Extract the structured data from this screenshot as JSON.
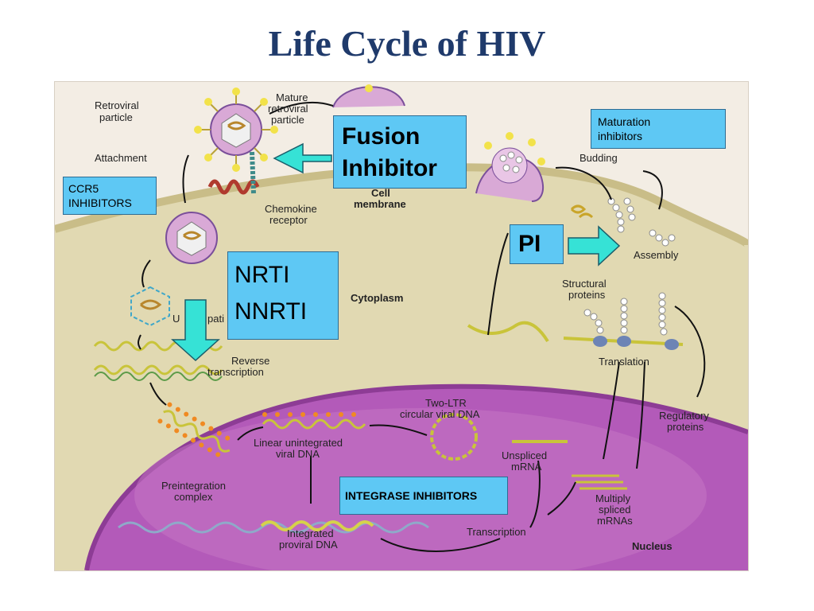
{
  "title": "Life Cycle of HIV",
  "colors": {
    "title": "#1f3a6b",
    "callout_bg": "#5ec8f4",
    "cytoplasm": "#e3dcb9",
    "nucleus": "#b056b6",
    "arrow": "#36e2d6"
  },
  "callouts": {
    "fusion_inhibitor": [
      "Fusion",
      "Inhibitor"
    ],
    "maturation_inhibitors": [
      "Maturation",
      "inhibitors"
    ],
    "ccr5_inhibitors": [
      "CCR5",
      "INHIBITORS"
    ],
    "pi": "PI",
    "nrti": "NRTI",
    "nnrti": "NNRTI",
    "integrase_inhibitors": "INTEGRASE INHIBITORS"
  },
  "diagram": {
    "retroviral_particle": [
      "Retroviral",
      "particle"
    ],
    "mature_particle": [
      "Mature",
      "retroviral",
      "particle"
    ],
    "attachment": "Attachment",
    "chemokine_receptor": [
      "Chemokine",
      "receptor"
    ],
    "cell_membrane": [
      "Cell",
      "membrane"
    ],
    "cytoplasm": "Cytoplasm",
    "uncoating_fragment": "U",
    "uncoating_fragment_tail": "pati",
    "reverse_transcription": [
      "Reverse",
      "transcription"
    ],
    "preintegration_complex": [
      "Preintegration",
      "complex"
    ],
    "linear_unintegrated": [
      "Linear unintegrated",
      "viral DNA"
    ],
    "two_ltr": [
      "Two-LTR",
      "circular viral DNA"
    ],
    "integrated_proviral": [
      "Integrated",
      "proviral DNA"
    ],
    "transcription": "Transcription",
    "unspliced_mrna": [
      "Unspliced",
      "mRNA"
    ],
    "multiply_spliced": [
      "Multiply",
      "spliced",
      "mRNAs"
    ],
    "translation": "Translation",
    "structural_proteins": [
      "Structural",
      "proteins"
    ],
    "regulatory_proteins": [
      "Regulatory",
      "proteins"
    ],
    "assembly": "Assembly",
    "budding": "Budding",
    "nucleus": "Nucleus"
  }
}
